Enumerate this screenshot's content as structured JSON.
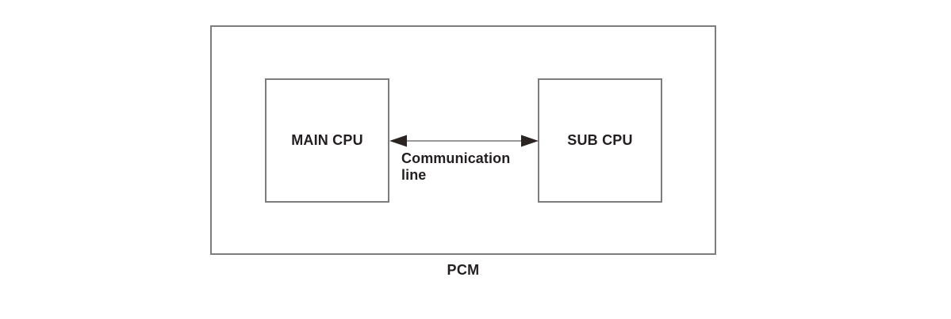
{
  "diagram": {
    "pcm": {
      "label": "PCM"
    },
    "main_cpu": {
      "label": "MAIN CPU"
    },
    "sub_cpu": {
      "label": "SUB CPU"
    },
    "communication": {
      "line1": "Communication",
      "line2": "line"
    }
  },
  "colors": {
    "background": "#ffffff",
    "box_border": "#7d7d7d",
    "text": "#231f20",
    "arrow_shaft": "#999999",
    "arrow_head": "#2b2423"
  }
}
